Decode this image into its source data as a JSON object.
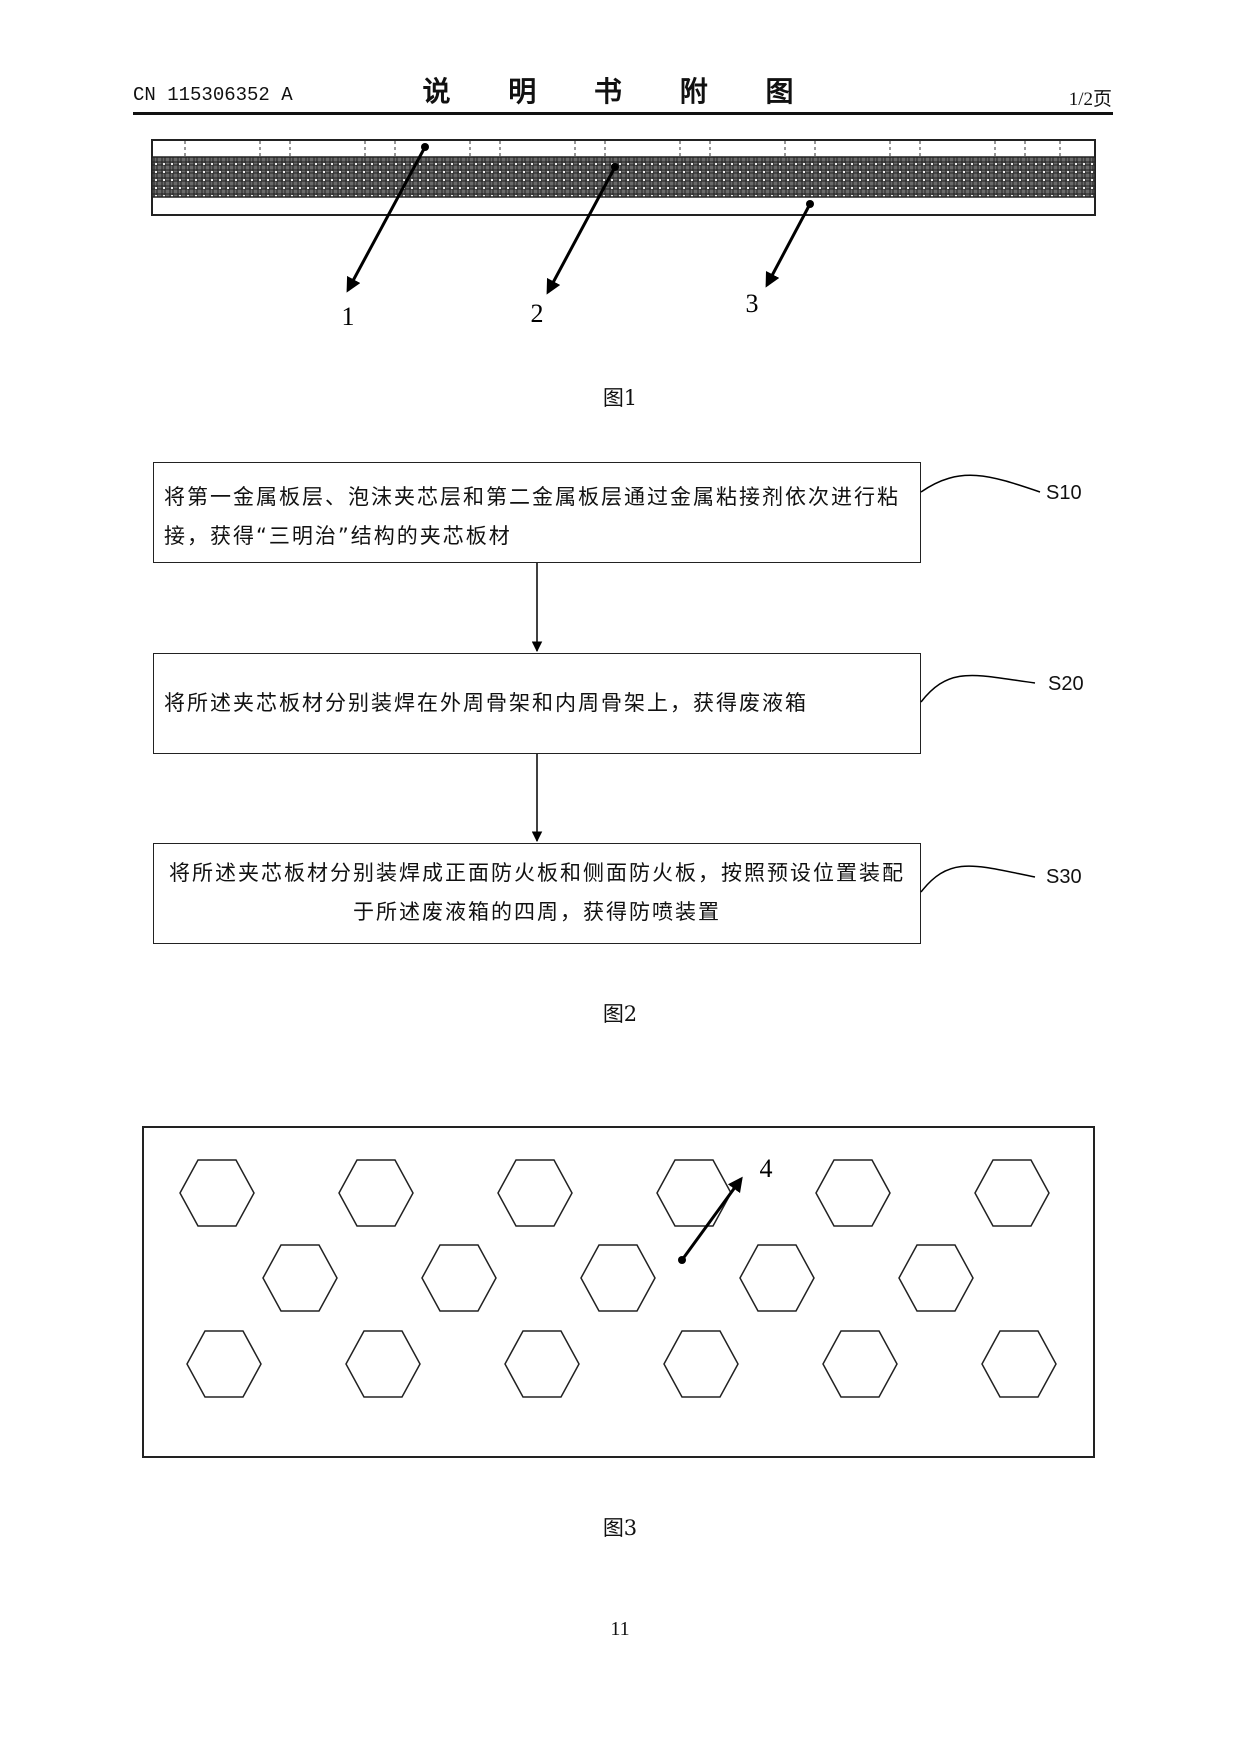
{
  "header": {
    "doc_number": "CN 115306352 A",
    "title": "说 明 书 附 图",
    "page_indicator": "1/2页"
  },
  "figure1": {
    "caption": "图1",
    "labels": [
      "1",
      "2",
      "3"
    ],
    "layers": [
      "first-metal-layer",
      "foam-core-layer",
      "second-metal-layer"
    ]
  },
  "figure2": {
    "caption": "图2",
    "steps": [
      {
        "id": "S10",
        "text": "将第一金属板层、泡沫夹芯层和第二金属板层通过金属粘接剂依次进行粘接，获得“三明治”结构的夹芯板材"
      },
      {
        "id": "S20",
        "text": "将所述夹芯板材分别装焊在外周骨架和内周骨架上，获得废液箱"
      },
      {
        "id": "S30",
        "text": "将所述夹芯板材分别装焊成正面防火板和侧面防火板，按照预设位置装配于所述废液箱的四周，获得防喷装置"
      }
    ]
  },
  "figure3": {
    "caption": "图3",
    "label": "4",
    "hex_rows": [
      6,
      5,
      6
    ]
  },
  "footer": {
    "page_number": "11"
  }
}
